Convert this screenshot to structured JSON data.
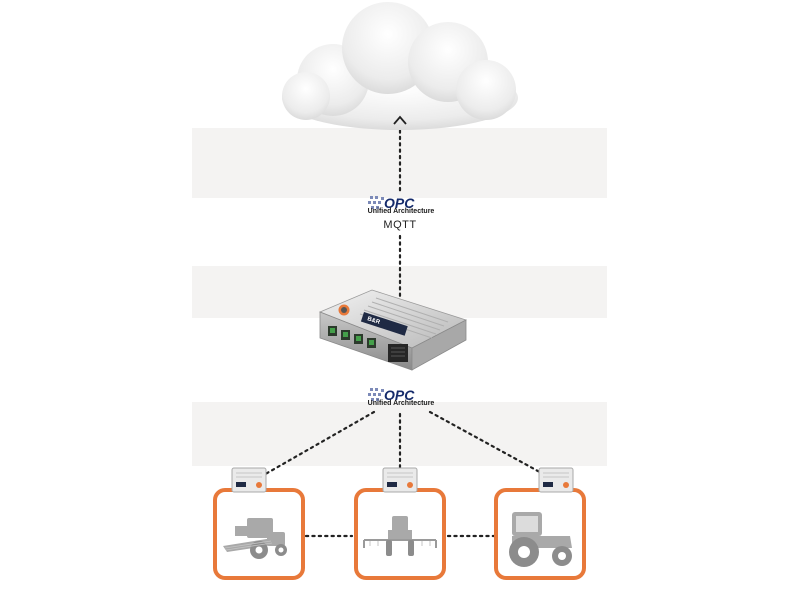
{
  "opc_brand": "OPC",
  "opc_tagline": "Unified Architecture",
  "protocol_label": "MQTT",
  "device_brand": "B&R",
  "colors": {
    "vehicle_border": "#e8793a",
    "band_background": "#f4f3f2",
    "connector_dots": "#222222"
  },
  "nodes": {
    "cloud": "cloud-icon",
    "gateway": "gateway-device",
    "vehicles": [
      {
        "name": "combine-harvester-icon"
      },
      {
        "name": "sprayer-icon"
      },
      {
        "name": "tractor-icon"
      }
    ]
  }
}
